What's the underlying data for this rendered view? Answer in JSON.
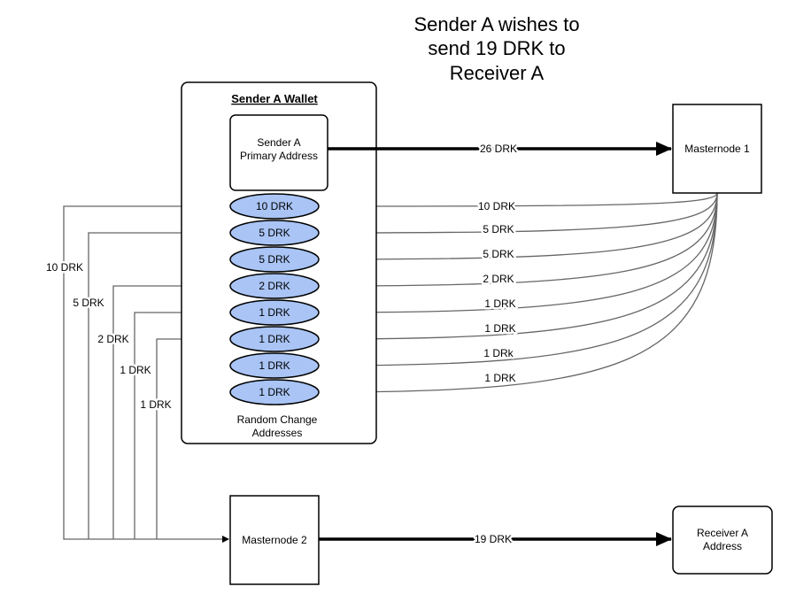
{
  "title_lines": [
    "Sender A wishes to",
    "send 19 DRK to",
    "Receiver A"
  ],
  "wallet": {
    "title": "Sender A Wallet",
    "primary_address": [
      "Sender A",
      "Primary Address"
    ],
    "change_caption": [
      "Random Change",
      "Addresses"
    ]
  },
  "nodes": {
    "masternode1": "Masternode 1",
    "masternode2": "Masternode 2",
    "receiver": [
      "Receiver A",
      "Address"
    ]
  },
  "coins": [
    "10 DRK",
    "5 DRK",
    "5 DRK",
    "2 DRK",
    "1 DRK",
    "1 DRK",
    "1 DRK",
    "1 DRK"
  ],
  "flows": {
    "send_to_masternode1": "26 DRK",
    "masternode2_to_receiver": "19 DRK",
    "change_from_masternode1": [
      "10 DRK",
      "5 DRK",
      "5 DRK",
      "2 DRK",
      "1 DRK",
      "1 DRK",
      "1 DRk",
      "1 DRK"
    ],
    "inputs_to_masternode2": [
      "10 DRK",
      "5 DRK",
      "2 DRK",
      "1 DRK",
      "1 DRK"
    ]
  }
}
